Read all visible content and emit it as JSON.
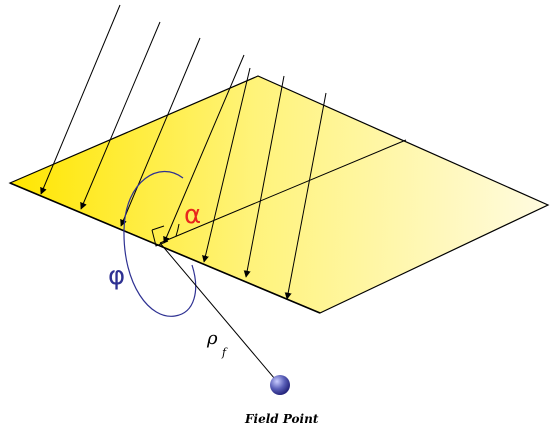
{
  "labels": {
    "alpha": "α",
    "phi": "φ",
    "rho": "ρ",
    "rho_subscript": "f",
    "field_point": "Field Point"
  },
  "colors": {
    "plane_light": "#fffbe0",
    "plane_mid": "#fff37a",
    "plane_strong": "#ffe600",
    "alpha_label": "#e8261c",
    "phi_label": "#2e3192",
    "phi_circle": "#2e3192",
    "field_point_light": "#c9ccff",
    "field_point_dark": "#23237a",
    "line": "#000000"
  }
}
